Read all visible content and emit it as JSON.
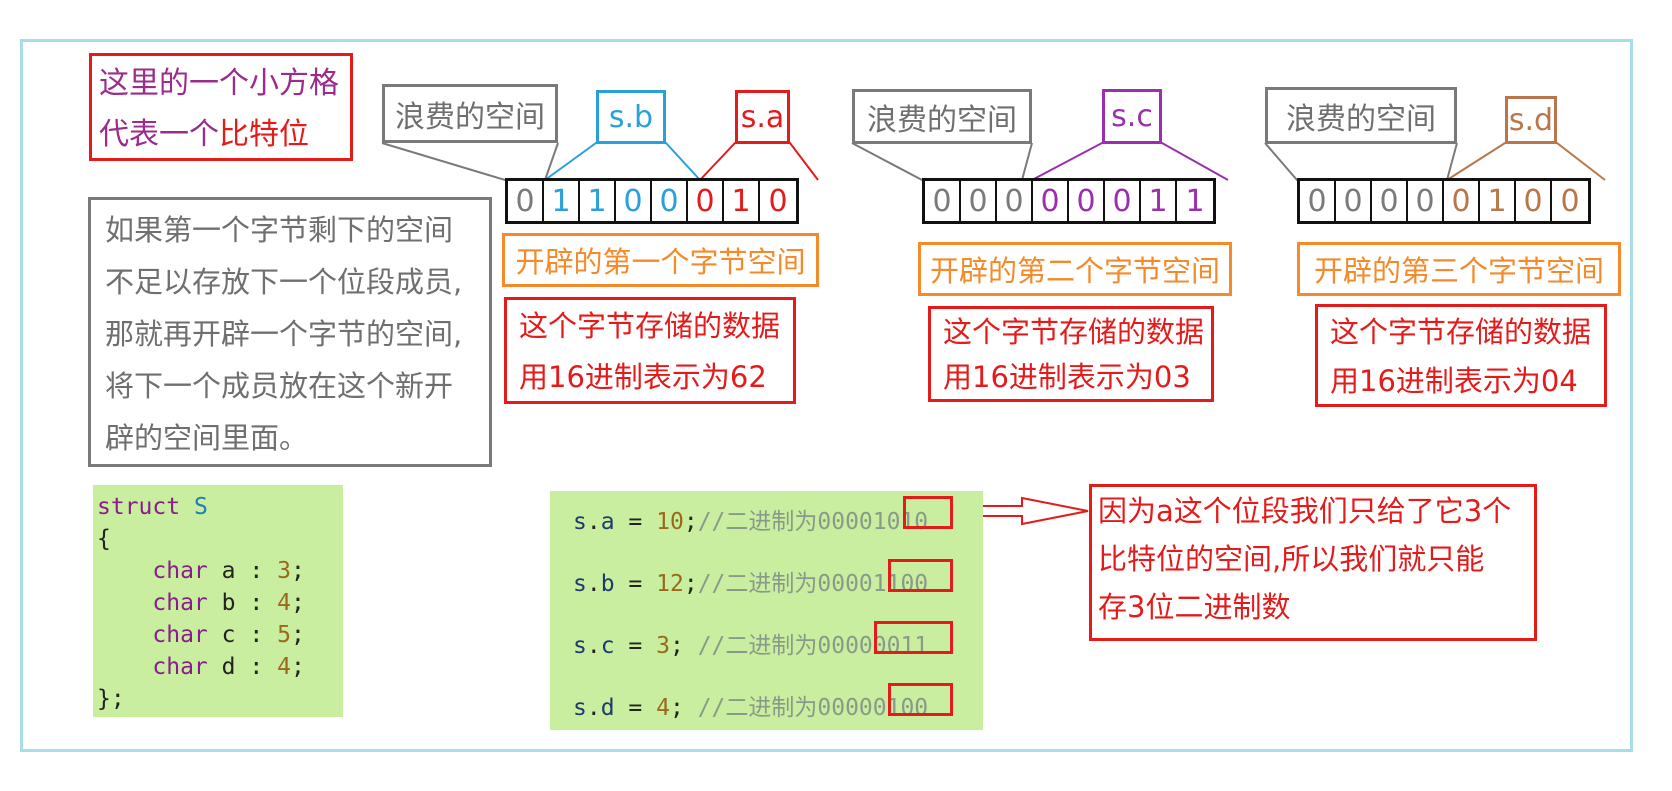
{
  "note_top_left": {
    "line1": "这里的一个小方格",
    "line2_pre": "代表一个",
    "line2_hl": "比特位"
  },
  "note_explain": [
    "如果第一个字节剩下的空间",
    "不足以存放下一个位段成员,",
    "那就再开辟一个字节的空间,",
    "将下一个成员放在这个新开",
    "辟的空间里面。"
  ],
  "bytes": [
    {
      "waste_label": "浪费的空间",
      "field_labels": [
        "s.b",
        "s.a"
      ],
      "bits": [
        "0",
        "1",
        "1",
        "0",
        "0",
        "0",
        "1",
        "0"
      ],
      "bit_colors": [
        "gray",
        "blue",
        "blue",
        "blue",
        "blue",
        "red",
        "red",
        "red"
      ],
      "caption": "开辟的第一个字节空间",
      "hex_line1": "这个字节存储的数据",
      "hex_line2": "用16进制表示为62"
    },
    {
      "waste_label": "浪费的空间",
      "field_labels": [
        "s.c"
      ],
      "bits": [
        "0",
        "0",
        "0",
        "0",
        "0",
        "0",
        "1",
        "1"
      ],
      "bit_colors": [
        "gray",
        "gray",
        "gray",
        "purple",
        "purple",
        "purple",
        "purple",
        "purple"
      ],
      "caption": "开辟的第二个字节空间",
      "hex_line1": "这个字节存储的数据",
      "hex_line2": "用16进制表示为03"
    },
    {
      "waste_label": "浪费的空间",
      "field_labels": [
        "s.d"
      ],
      "bits": [
        "0",
        "0",
        "0",
        "0",
        "0",
        "1",
        "0",
        "0"
      ],
      "bit_colors": [
        "gray",
        "gray",
        "gray",
        "gray",
        "brown",
        "brown",
        "brown",
        "brown"
      ],
      "caption": "开辟的第三个字节空间",
      "hex_line1": "这个字节存储的数据",
      "hex_line2": "用16进制表示为04"
    }
  ],
  "struct_code": {
    "l1_kw": "struct",
    "l1_name": "S",
    "l2": "{",
    "members": [
      {
        "type": "char",
        "name": "a",
        "width": "3"
      },
      {
        "type": "char",
        "name": "b",
        "width": "4"
      },
      {
        "type": "char",
        "name": "c",
        "width": "5"
      },
      {
        "type": "char",
        "name": "d",
        "width": "4"
      }
    ],
    "close": "};"
  },
  "assign_code": [
    {
      "obj": "s",
      "field": "a",
      "value": "10",
      "sep": ";",
      "comment": "//二进制为00001010"
    },
    {
      "obj": "s",
      "field": "b",
      "value": "12",
      "sep": ";",
      "comment": "//二进制为00001100"
    },
    {
      "obj": "s",
      "field": "c",
      "value": "3",
      "sep": "; ",
      "comment": "//二进制为00000011"
    },
    {
      "obj": "s",
      "field": "d",
      "value": "4",
      "sep": "; ",
      "comment": "//二进制为00000100"
    }
  ],
  "truncation_note": [
    "因为a这个位段我们只给了它3个",
    "比特位的空间,所以我们就只能",
    "存3位二进制数"
  ],
  "colors": {
    "red": "#e41b1b",
    "gray": "#7a7a7a",
    "blue": "#2aa0db",
    "purple": "#9b2fae",
    "brown": "#b8764a",
    "orange": "#f48a2a",
    "frame": "#a6dde6",
    "code_bg": "#c9ee9f"
  }
}
